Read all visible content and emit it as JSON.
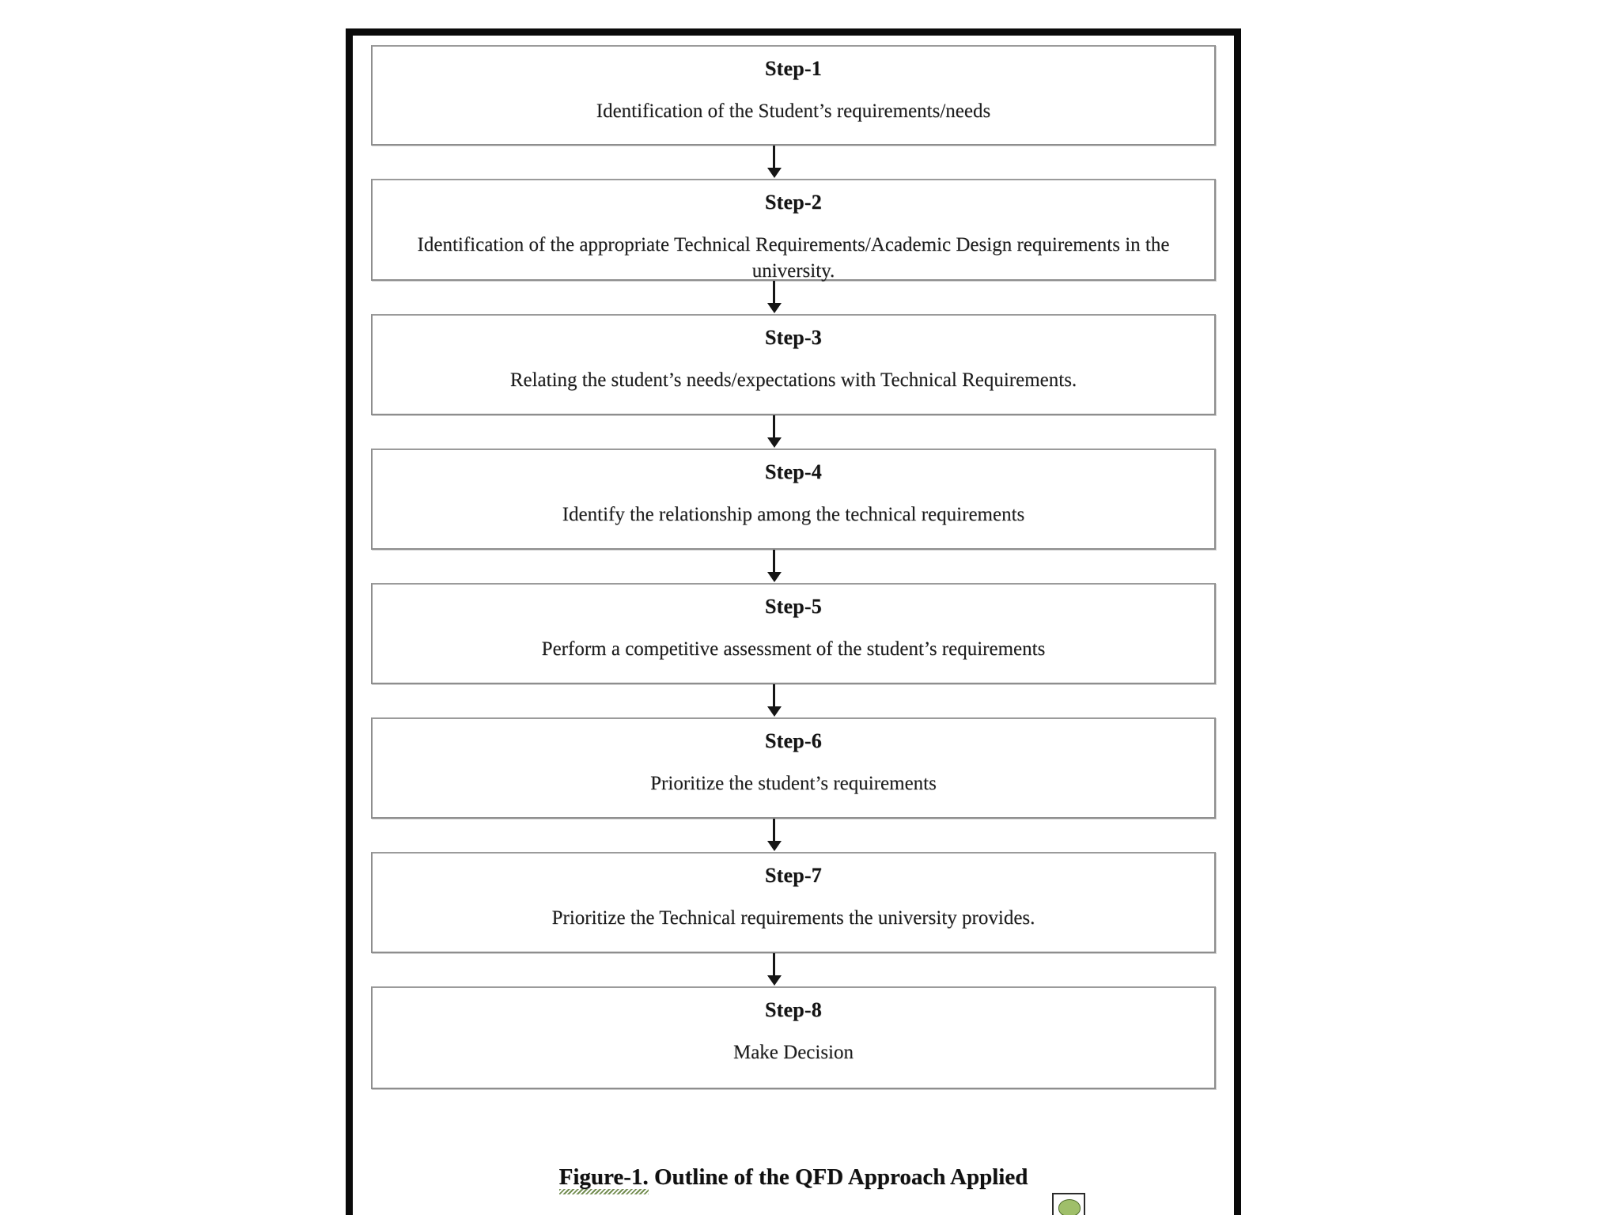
{
  "document": {
    "caption": {
      "figure_label": "Figure-1.",
      "caption_text": " Outline of the QFD Approach Applied"
    }
  },
  "flowchart": {
    "type": "flowchart",
    "orientation": "vertical",
    "connector": "downward-arrow",
    "steps": [
      {
        "title": "Step-1",
        "body": "Identification of the Student’s requirements/needs"
      },
      {
        "title": "Step-2",
        "body": "Identification of the appropriate Technical Requirements/Academic Design requirements in the university."
      },
      {
        "title": "Step-3",
        "body": "Relating the student’s needs/expectations with Technical Requirements."
      },
      {
        "title": "Step-4",
        "body": "Identify the relationship among the technical requirements"
      },
      {
        "title": "Step-5",
        "body": "Perform a competitive assessment of the student’s requirements"
      },
      {
        "title": "Step-6",
        "body": "Prioritize the student’s requirements"
      },
      {
        "title": "Step-7",
        "body": "Prioritize the Technical requirements the university provides."
      },
      {
        "title": "Step-8",
        "body": "Make Decision"
      }
    ]
  },
  "colors": {
    "page_border": "#0a0a0a",
    "box_border": "#8e8e8e",
    "arrow": "#161616",
    "text": "#1c1c1c",
    "spellcheck_squiggle": "#5c7a33",
    "corner_icon": "#9fbf6a"
  }
}
